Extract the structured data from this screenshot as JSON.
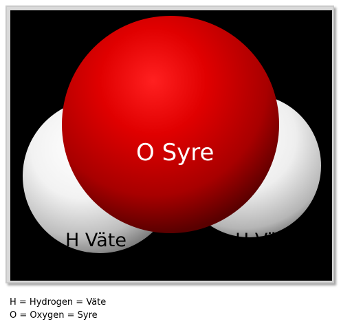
{
  "molecule": {
    "oxygen_label": "O Syre",
    "hydrogen_left_label": "H Väte",
    "hydrogen_right_label": "H Väte",
    "colors": {
      "background": "#000000",
      "oxygen": "#cc0000",
      "hydrogen": "#ffffff",
      "hydrogen_label_text": "#000000",
      "oxygen_label_text": "#ffffff"
    }
  },
  "caption": {
    "line1": "H = Hydrogen = Väte",
    "line2": "O = Oxygen = Syre"
  }
}
